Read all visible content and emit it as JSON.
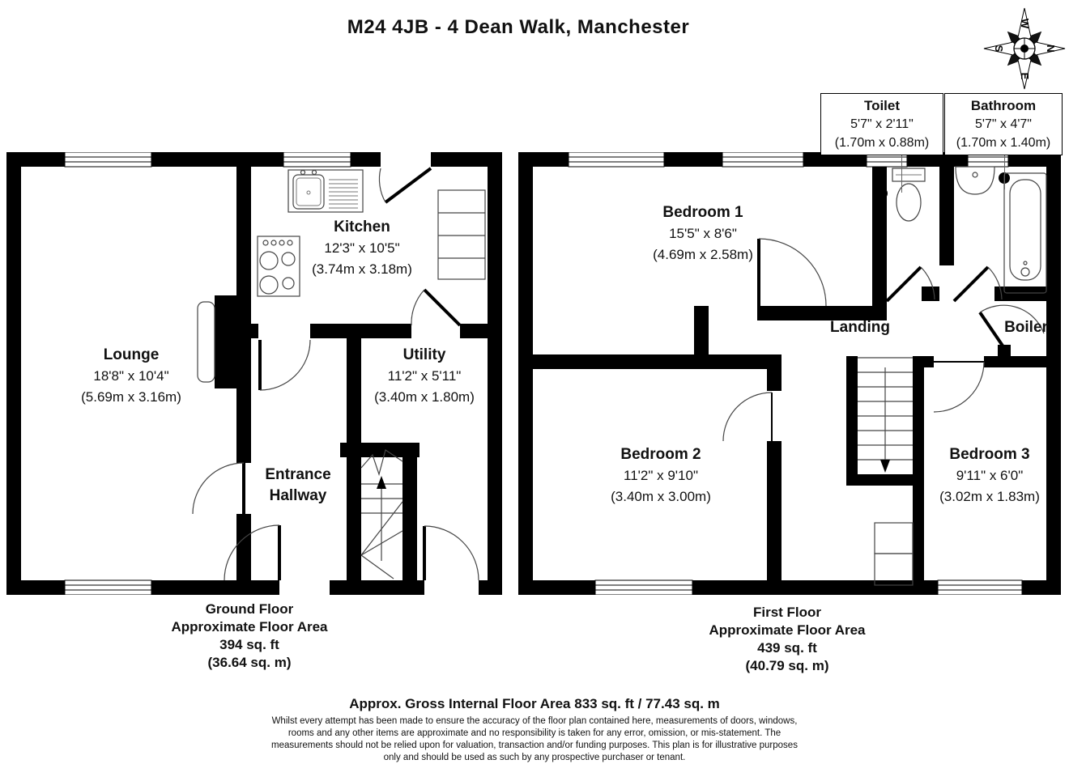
{
  "title": "M24 4JB - 4 Dean Walk, Manchester",
  "compass": {
    "north": "N",
    "south": "S",
    "east": "E",
    "west": "W"
  },
  "callouts": {
    "toilet": {
      "name": "Toilet",
      "dims": "5'7\" x 2'11\"",
      "metric": "(1.70m x 0.88m)"
    },
    "bathroom": {
      "name": "Bathroom",
      "dims": "5'7\" x 4'7\"",
      "metric": "(1.70m x 1.40m)"
    }
  },
  "ground_floor": {
    "rooms": {
      "lounge": {
        "name": "Lounge",
        "dims": "18'8\" x 10'4\"",
        "metric": "(5.69m x 3.16m)"
      },
      "kitchen": {
        "name": "Kitchen",
        "dims": "12'3\" x 10'5\"",
        "metric": "(3.74m x 3.18m)"
      },
      "utility": {
        "name": "Utility",
        "dims": "11'2\" x 5'11\"",
        "metric": "(3.40m x 1.80m)"
      },
      "hallway": {
        "name_line1": "Entrance",
        "name_line2": "Hallway"
      }
    },
    "summary": {
      "name": "Ground Floor",
      "area_label": "Approximate Floor Area",
      "area_ft": "394 sq. ft",
      "area_m": "(36.64 sq. m)"
    }
  },
  "first_floor": {
    "rooms": {
      "bedroom1": {
        "name": "Bedroom 1",
        "dims": "15'5\" x 8'6\"",
        "metric": "(4.69m x 2.58m)"
      },
      "bedroom2": {
        "name": "Bedroom 2",
        "dims": "11'2\" x 9'10\"",
        "metric": "(3.40m x 3.00m)"
      },
      "bedroom3": {
        "name": "Bedroom 3",
        "dims": "9'11\" x 6'0\"",
        "metric": "(3.02m x 1.83m)"
      },
      "landing": {
        "name": "Landing"
      },
      "boiler": {
        "name": "Boiler"
      }
    },
    "summary": {
      "name": "First Floor",
      "area_label": "Approximate Floor Area",
      "area_ft": "439 sq. ft",
      "area_m": "(40.79 sq. m)"
    }
  },
  "footer": {
    "heading": "Approx. Gross Internal Floor Area 833 sq. ft / 77.43 sq. m",
    "disclaimer_lines": [
      "Whilst every attempt has been made to ensure the accuracy of the floor plan contained here, measurements of doors, windows,",
      "rooms and any other items are approximate and no responsibility is taken for any error, omission, or mis-statement. The",
      "measurements should not be relied upon for valuation, transaction and/or funding purposes. This plan is for illustrative purposes",
      "only and should be used as such by any prospective purchaser or tenant."
    ]
  }
}
